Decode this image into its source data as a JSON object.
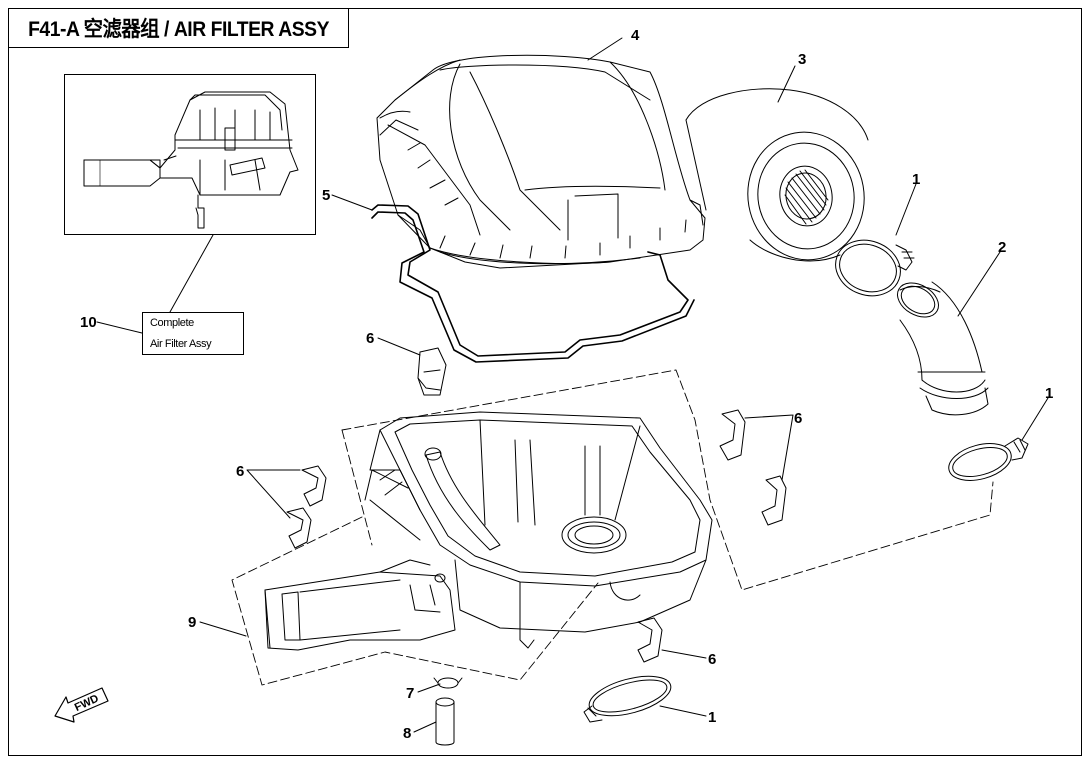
{
  "title": "F41-A 空滤器组 / AIR FILTER ASSY",
  "legend": {
    "callout": "10",
    "line1": "Complete",
    "line2": "Air Filter Assy"
  },
  "fwd_label": "FWD",
  "callouts": {
    "c1_clamp_upper": "1",
    "c2_duct": "2",
    "c3_filter_element": "3",
    "c4_cover": "4",
    "c5_gasket": "5",
    "c6_clip_top": "6",
    "c6_clips_right": "6",
    "c6_clips_left": "6",
    "c6_clip_bottom": "6",
    "c1_clamp_right": "1",
    "c9_housing": "9",
    "c7_spring_clip": "7",
    "c8_drain_tube": "8",
    "c1_clamp_bottom": "1"
  },
  "colors": {
    "line": "#000000",
    "background": "#ffffff"
  }
}
